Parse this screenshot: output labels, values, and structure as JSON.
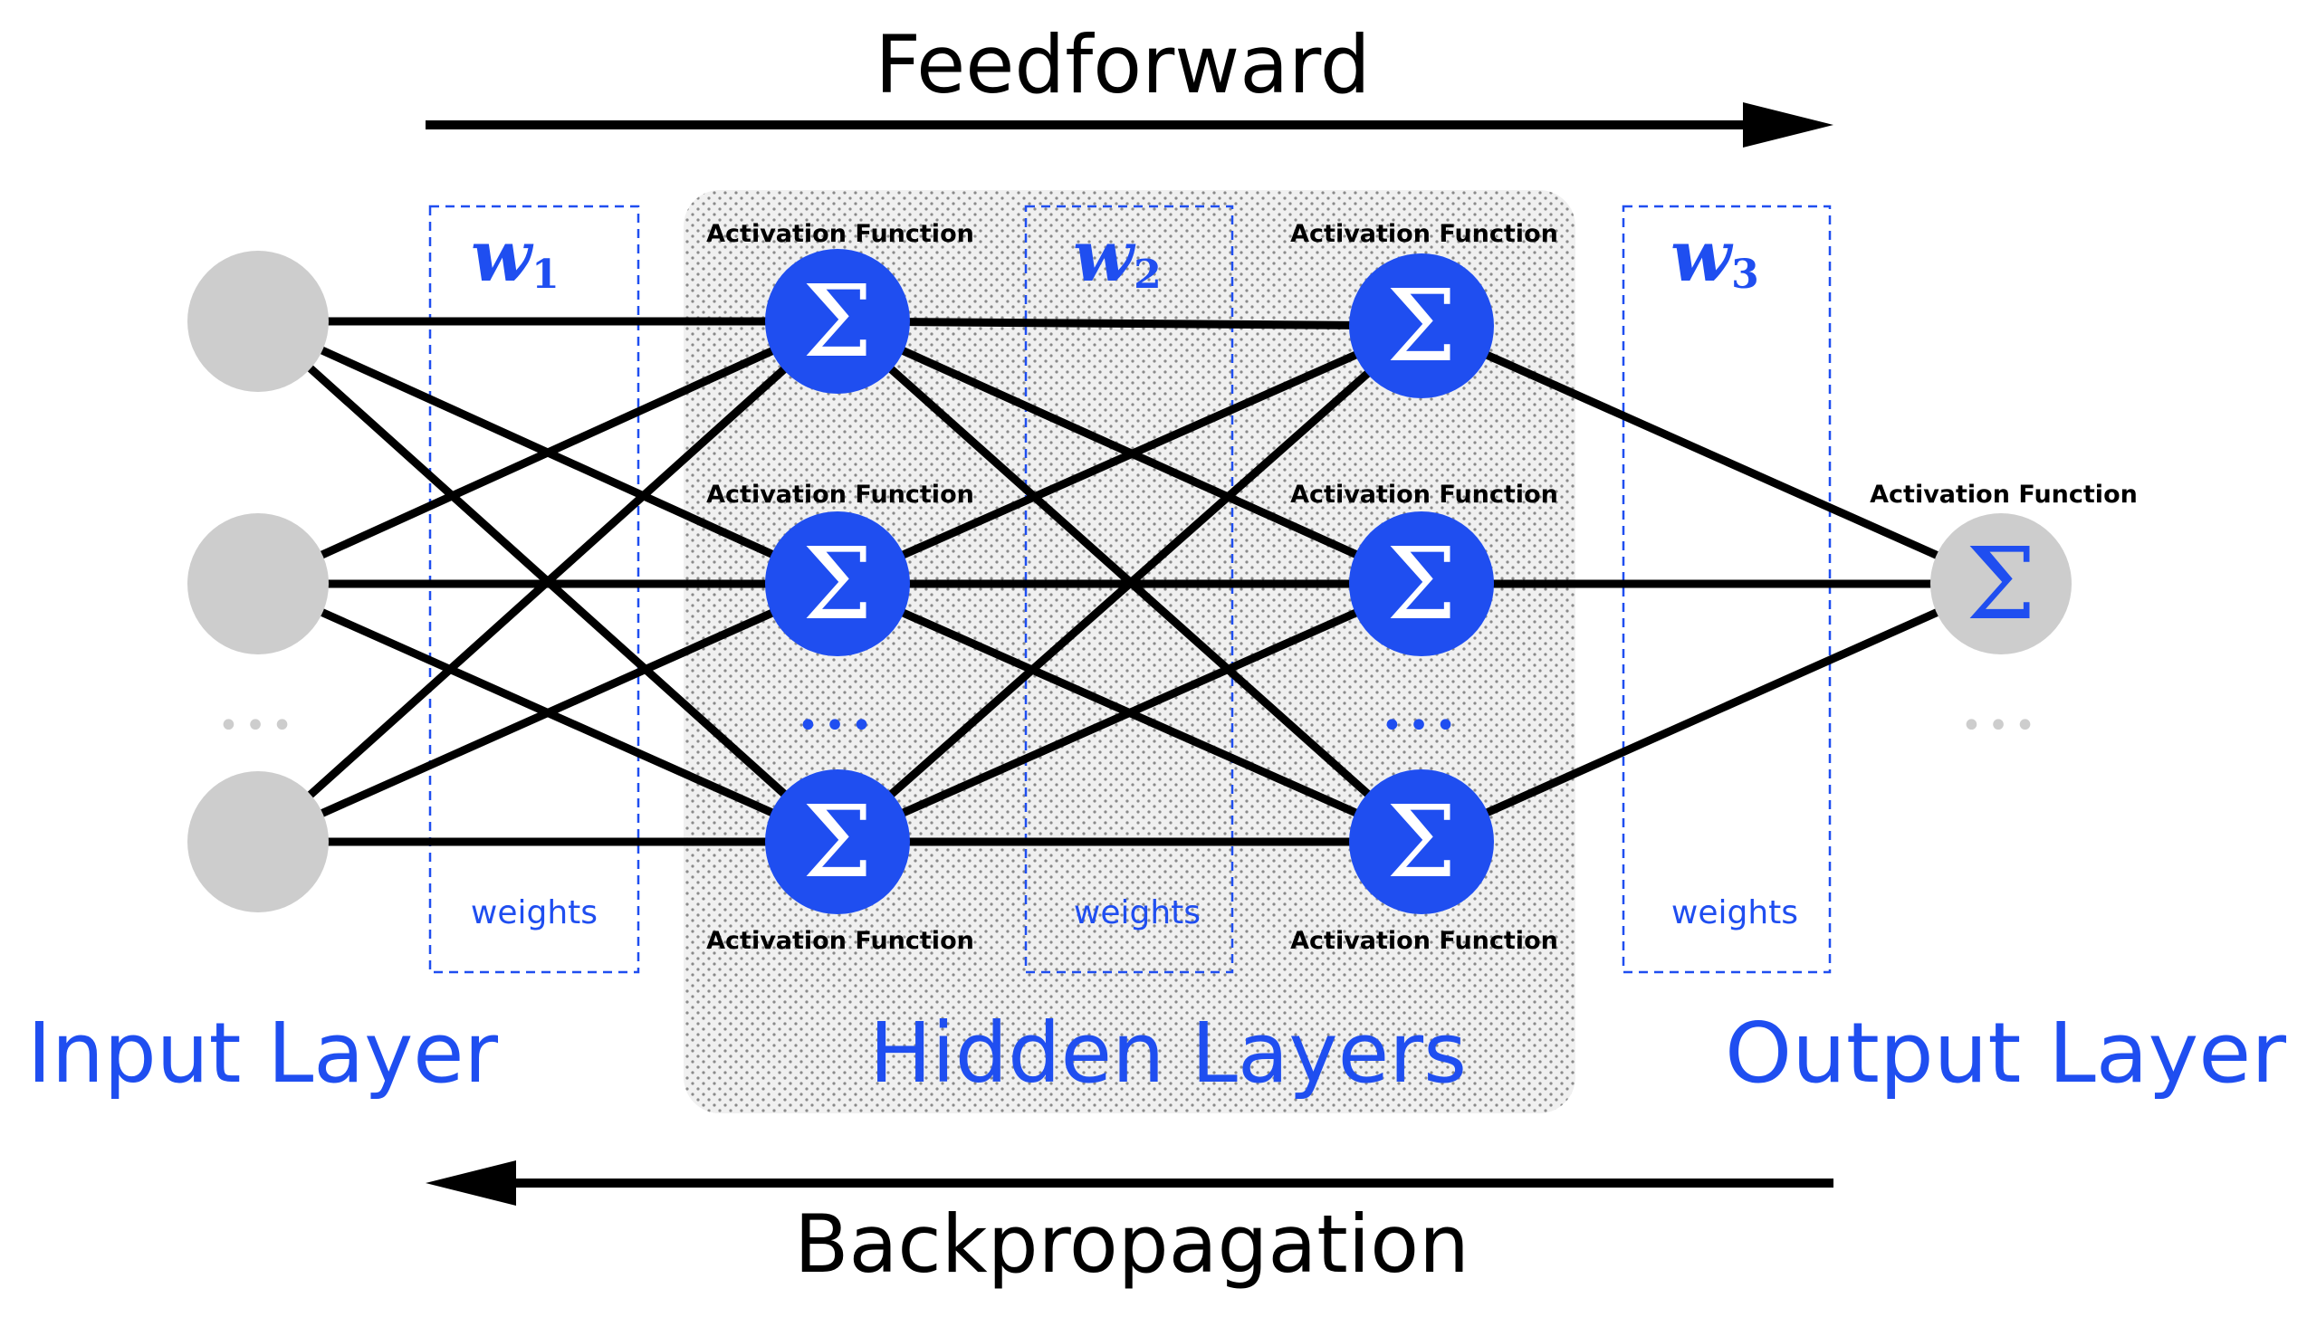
{
  "title_top": "Feedforward",
  "title_bottom": "Backpropagation",
  "layers": {
    "input_label": "Input Layer",
    "hidden_label": "Hidden Layers",
    "output_label": "Output Layer"
  },
  "weights": [
    {
      "symbol": "w",
      "subscript": "1",
      "caption": "weights"
    },
    {
      "symbol": "w",
      "subscript": "2",
      "caption": "weights"
    },
    {
      "symbol": "w",
      "subscript": "3",
      "caption": "weights"
    }
  ],
  "activation_label": "Activation Function",
  "neuron_symbol": "Σ",
  "ellipsis": "•••",
  "colors": {
    "accent_blue": "#1f4ef0",
    "input_gray": "#cdcdcd",
    "line_black": "#000000",
    "hidden_panel": "#e8e8e8"
  }
}
